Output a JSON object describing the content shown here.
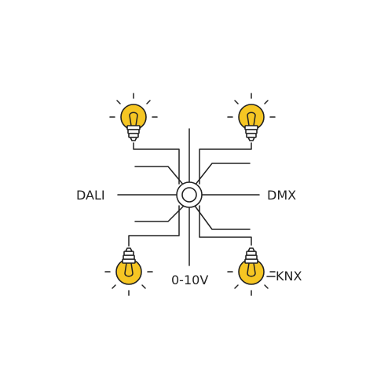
{
  "colors": {
    "line": "#222222",
    "bulb_fill": "#f6c623",
    "background": "#ffffff"
  },
  "labels": {
    "left": "DALI",
    "right": "DMX",
    "bottom": "0-10V",
    "bottom_right": "KNX"
  },
  "icons": {
    "bulb": "light-bulb-icon",
    "hub": "connector-hub-icon"
  }
}
